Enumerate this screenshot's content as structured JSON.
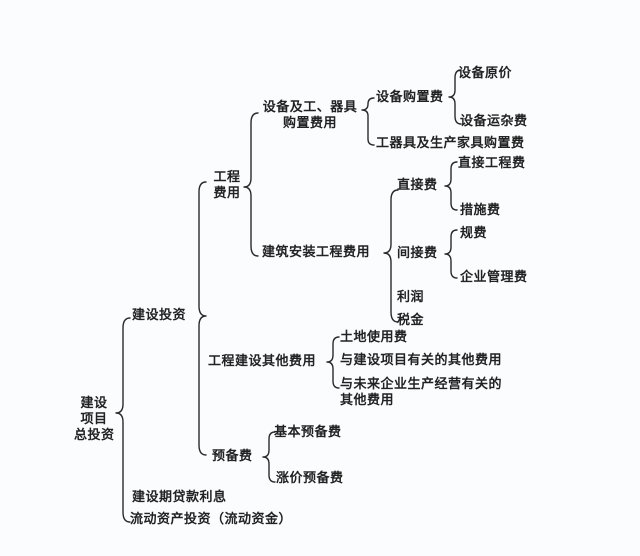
{
  "diagram": {
    "type": "tree-brace",
    "root": {
      "line1": "建设",
      "line2": "项目",
      "line3": "总投资"
    },
    "level1": {
      "construction_investment": "建设投资",
      "loan_interest": "建设期贷款利息",
      "working_capital": "流动资产投资（流动资金）"
    },
    "construction": {
      "engineering_cost": {
        "line1": "工程",
        "line2": "费用"
      },
      "other_costs": "工程建设其他费用",
      "reserve": "预备费"
    },
    "engineering": {
      "equipment": {
        "line1": "设备及工、器具",
        "line2": "购置费用"
      },
      "building": "建筑安装工程费用"
    },
    "equipment_items": {
      "equipment_purchase": "设备购置费",
      "tools_purchase": "工器具及生产家具购置费"
    },
    "equipment_purchase_items": {
      "original_price": "设备原价",
      "transport": "设备运杂费"
    },
    "building_items": {
      "direct": "直接费",
      "indirect": "间接费",
      "profit": "利润",
      "tax": "税金"
    },
    "direct_items": {
      "direct_engineering": "直接工程费",
      "measures": "措施费"
    },
    "indirect_items": {
      "fees": "规费",
      "management": "企业管理费"
    },
    "other_cost_items": {
      "land": "土地使用费",
      "project_related": "与建设项目有关的其他费用",
      "future_line1": "与未来企业生产经营有关的",
      "future_line2": "其他费用"
    },
    "reserve_items": {
      "basic": "基本预备费",
      "price": "涨价预备费"
    }
  }
}
